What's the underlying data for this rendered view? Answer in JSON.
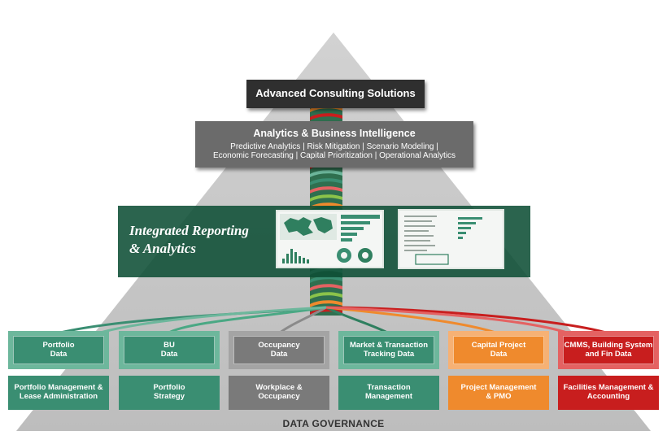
{
  "top_layer": {
    "title": "Advanced Consulting Solutions"
  },
  "analytics_layer": {
    "title": "Analytics & Business Intelligence",
    "line1": "Predictive Analytics | Risk Mitigation | Scenario Modeling |",
    "line2": "Economic Forecasting | Capital Prioritization | Operational Analytics"
  },
  "reporting_layer": {
    "title": "Integrated Reporting\n& Analytics"
  },
  "data_sources": [
    {
      "label": "Portfolio\nData",
      "color": "#3a8e72",
      "border": "#6db79c"
    },
    {
      "label": "BU\nData",
      "color": "#3a8e72",
      "border": "#6db79c"
    },
    {
      "label": "Occupancy\nData",
      "color": "#7a7a7a",
      "border": "#a4a4a4"
    },
    {
      "label": "Market & Transaction\nTracking Data",
      "color": "#3a8e72",
      "border": "#6db79c"
    },
    {
      "label": "Capital Project\nData",
      "color": "#ef8a2d",
      "border": "#f6b174"
    },
    {
      "label": "CMMS, Building System\nand Fin Data",
      "color": "#c81e1e",
      "border": "#e46262"
    }
  ],
  "functions": [
    {
      "label": "Portfolio Management &\nLease Administration",
      "color": "#3a8e72"
    },
    {
      "label": "Portfolio\nStrategy",
      "color": "#3a8e72"
    },
    {
      "label": "Workplace &\nOccupancy",
      "color": "#7a7a7a"
    },
    {
      "label": "Transaction\nManagement",
      "color": "#3a8e72"
    },
    {
      "label": "Project Management\n& PMO",
      "color": "#ef8a2d"
    },
    {
      "label": "Facilities Management &\nAccounting",
      "color": "#c81e1e"
    }
  ],
  "footer": {
    "label": "DATA GOVERNANCE"
  },
  "colors": {
    "pyramid_gray": "#c9c9c9",
    "dark_green": "#0e4e36",
    "mid_green": "#3a8e72",
    "orange": "#ef8a2d",
    "red": "#c81e1e",
    "gray": "#7a7a7a"
  }
}
